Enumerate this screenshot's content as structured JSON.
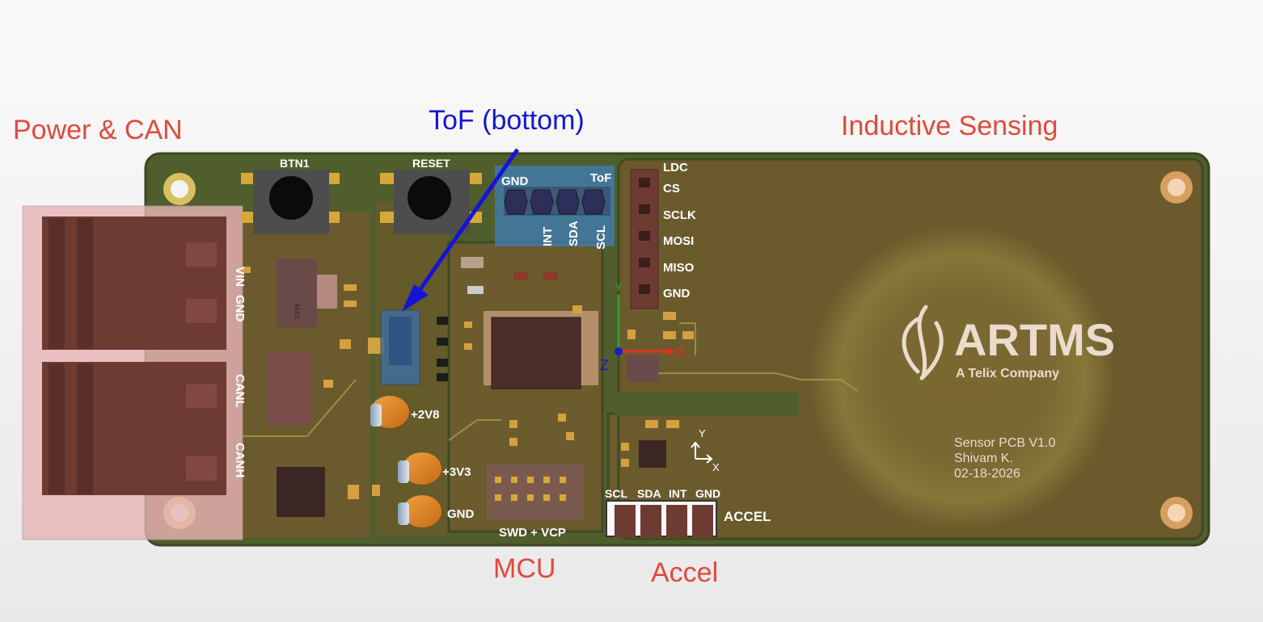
{
  "region_labels": {
    "power_can": "Power & CAN",
    "tof": "ToF (bottom)",
    "inductive": "Inductive Sensing",
    "mcu": "MCU",
    "accel": "Accel"
  },
  "buttons": {
    "btn1": "BTN1",
    "reset": "RESET"
  },
  "connector_pins": {
    "power": [
      "VIN",
      "GND"
    ],
    "can": [
      "CANL",
      "CANH"
    ],
    "tof": [
      "GND",
      "ToF",
      "INT",
      "SDA",
      "SCL"
    ],
    "ldc": [
      "LDC",
      "CS",
      "SCLK",
      "MOSI",
      "MISO",
      "GND"
    ],
    "accel": [
      "SCL",
      "SDA",
      "INT",
      "GND"
    ],
    "accel_name": "ACCEL"
  },
  "rails": {
    "v28": "+2V8",
    "v33": "+3V3",
    "gnd": "GND"
  },
  "debug_header": "SWD + VCP",
  "axes": {
    "x": "X",
    "y": "Y",
    "z": "Z"
  },
  "logo": {
    "name": "ARTMS",
    "tagline": "A Telix Company"
  },
  "silk_info": {
    "line1": "Sensor PCB  V1.0",
    "line2": "Shivam K.",
    "line3": "02-18-2026"
  },
  "ic_marking": "AMS",
  "colors": {
    "label_red": "#e04a3c",
    "callout_blue": "#1414d8",
    "board_green": "#4a5a2a",
    "copper_pour": "#6b5a2c",
    "highlight_blue": "#3f7fb8",
    "terminal_brown": "#6e3b33",
    "connector_pink": "#e7b5b5"
  }
}
